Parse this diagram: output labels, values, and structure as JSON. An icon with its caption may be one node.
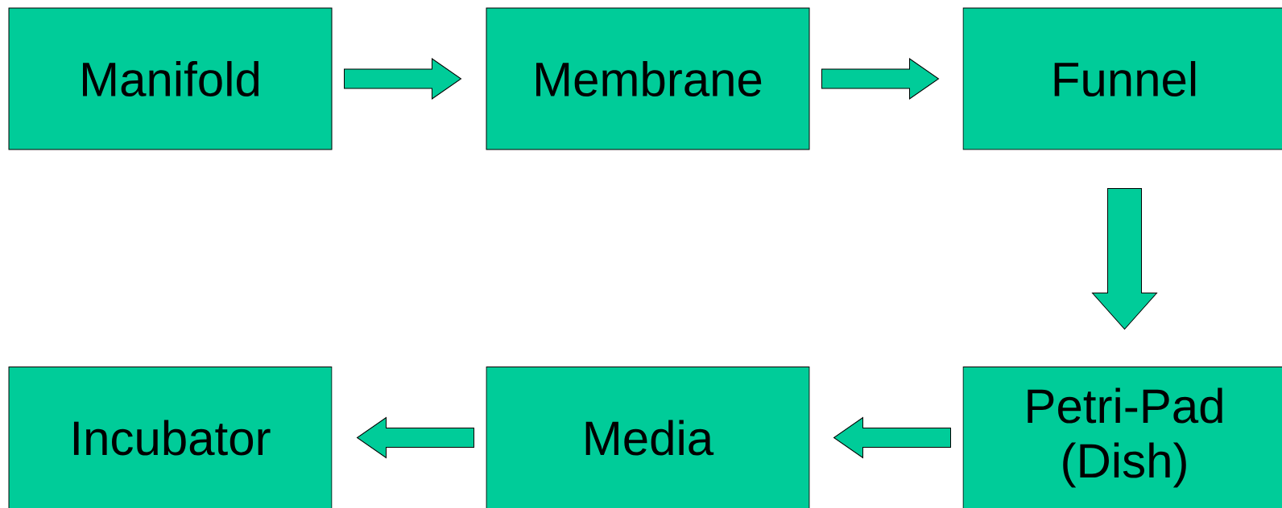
{
  "diagram": {
    "nodes": [
      {
        "text": [
          "Manifold"
        ]
      },
      {
        "text": [
          "Membrane"
        ]
      },
      {
        "text": [
          "Funnel"
        ]
      },
      {
        "text": [
          "Petri-Pad (Dish)"
        ]
      },
      {
        "text": [
          "Media"
        ]
      },
      {
        "text": [
          "Incubator"
        ]
      }
    ],
    "edges": [
      {
        "from": 0,
        "to": 1,
        "arrow": "to"
      },
      {
        "from": 1,
        "to": 2,
        "arrow": "to"
      },
      {
        "from": 2,
        "to": 3,
        "arrow": "to"
      },
      {
        "from": 3,
        "to": 4,
        "arrow": "to"
      },
      {
        "from": 4,
        "to": 5,
        "arrow": "to"
      }
    ]
  }
}
